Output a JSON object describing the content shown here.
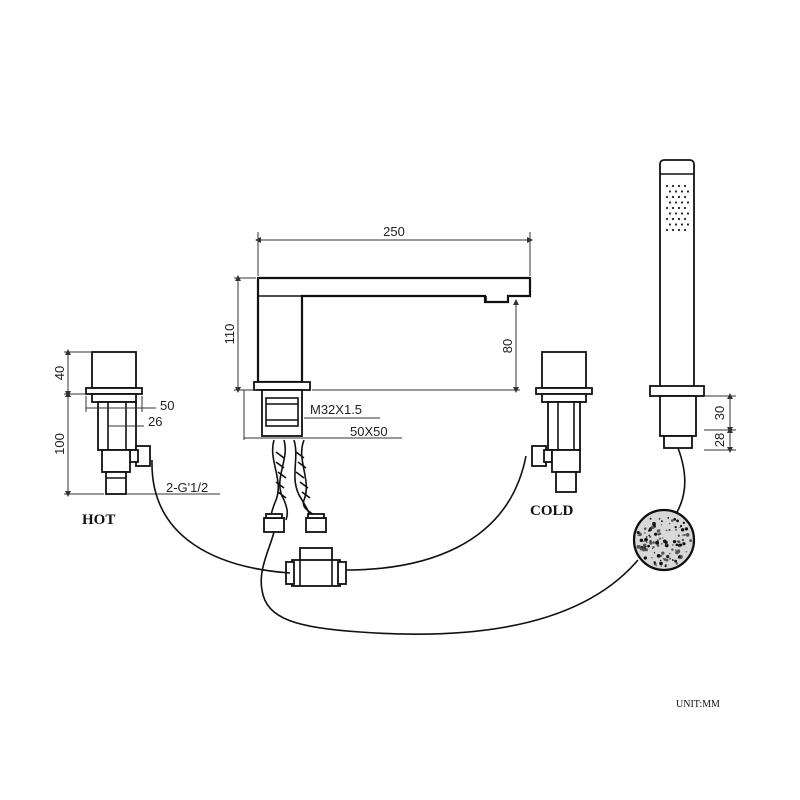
{
  "labels": {
    "hot": "HOT",
    "cold": "COLD",
    "unit": "UNIT:MM"
  },
  "dimensions": {
    "spout_length": "250",
    "spout_height": "110",
    "spout_outlet_height": "80",
    "thread": "M32X1.5",
    "base_size": "50X50",
    "valve_top": "40",
    "valve_body": "100",
    "valve_width": "50",
    "valve_stem": "26",
    "inlet_thread": "2-G'1/2",
    "shower_height": "30",
    "shower_dia": "28"
  }
}
